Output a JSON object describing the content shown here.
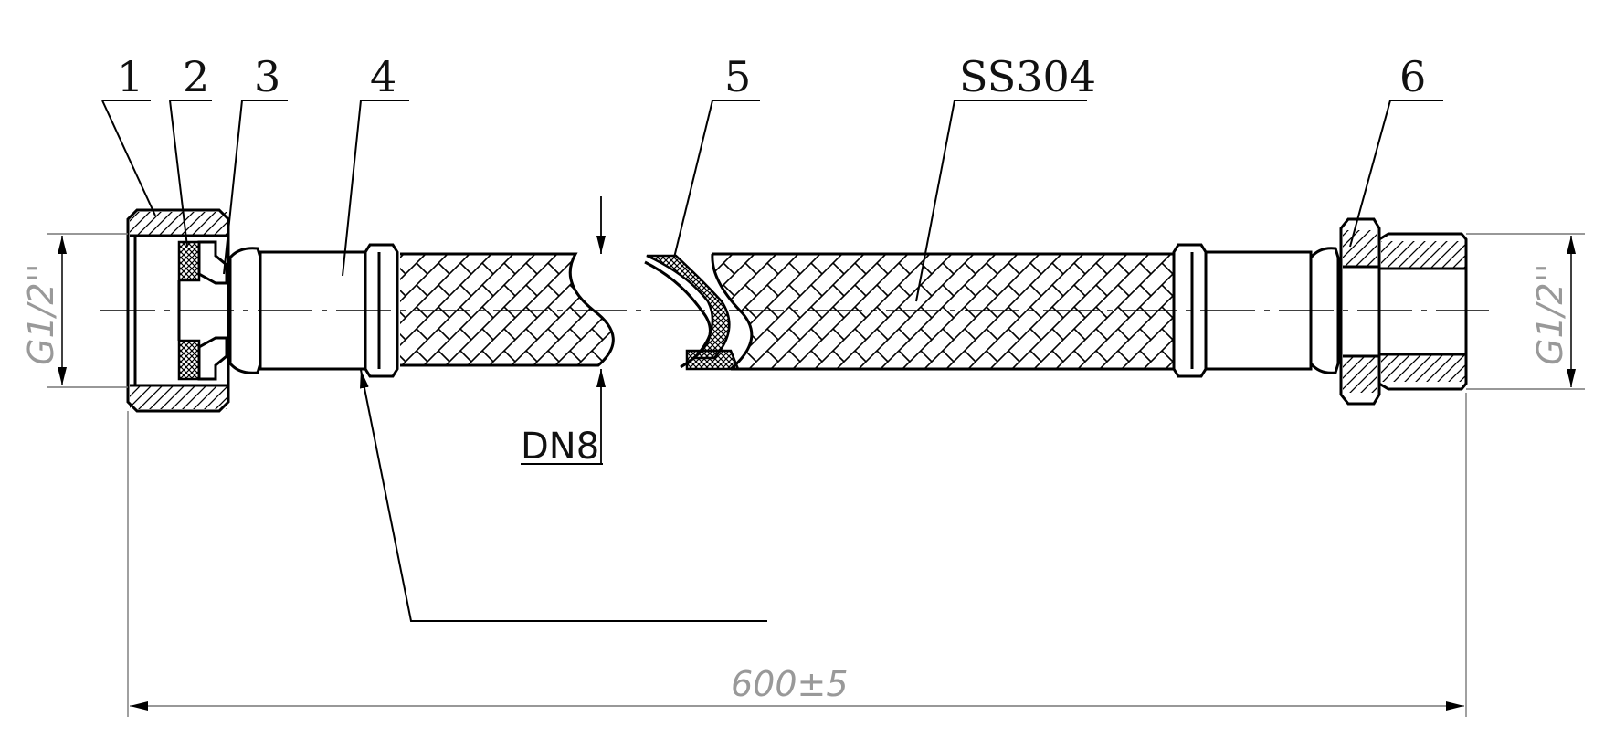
{
  "parts": {
    "p1": "1",
    "p2": "2",
    "p3": "3",
    "p4": "4",
    "p5": "5",
    "material": "SS304",
    "p6": "6"
  },
  "dimensions": {
    "left_thread": "G1/2''",
    "right_thread": "G1/2''",
    "inner_diameter": "DN8",
    "length": "600±5"
  },
  "colors": {
    "line": "#000000",
    "dimension": "#999999",
    "background": "#ffffff"
  }
}
